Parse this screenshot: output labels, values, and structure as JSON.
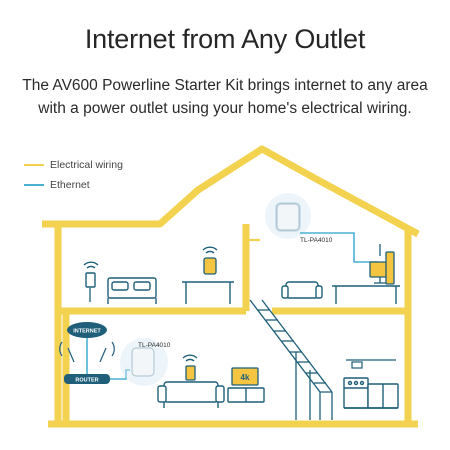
{
  "header": {
    "title": "Internet from Any Outlet",
    "subtitle_line1": "The AV600 Powerline Starter Kit brings internet to any area",
    "subtitle_line2": "with a power outlet using your home's electrical wiring."
  },
  "legend": {
    "items": [
      {
        "label": "Electrical wiring",
        "color": "#f2d24f"
      },
      {
        "label": "Ethernet",
        "color": "#4ab0d4"
      }
    ]
  },
  "diagram": {
    "adapter_upstairs_label": "TL-PA4010",
    "adapter_downstairs_label": "TL-PA4010",
    "cloud_label": "INTERNET",
    "router_label": "ROUTER",
    "tv_label": "4k",
    "colors": {
      "wiring": "#f2d24f",
      "ethernet": "#4ab0d4",
      "line_art": "#1f5f7a",
      "accent": "#f5c542"
    }
  }
}
